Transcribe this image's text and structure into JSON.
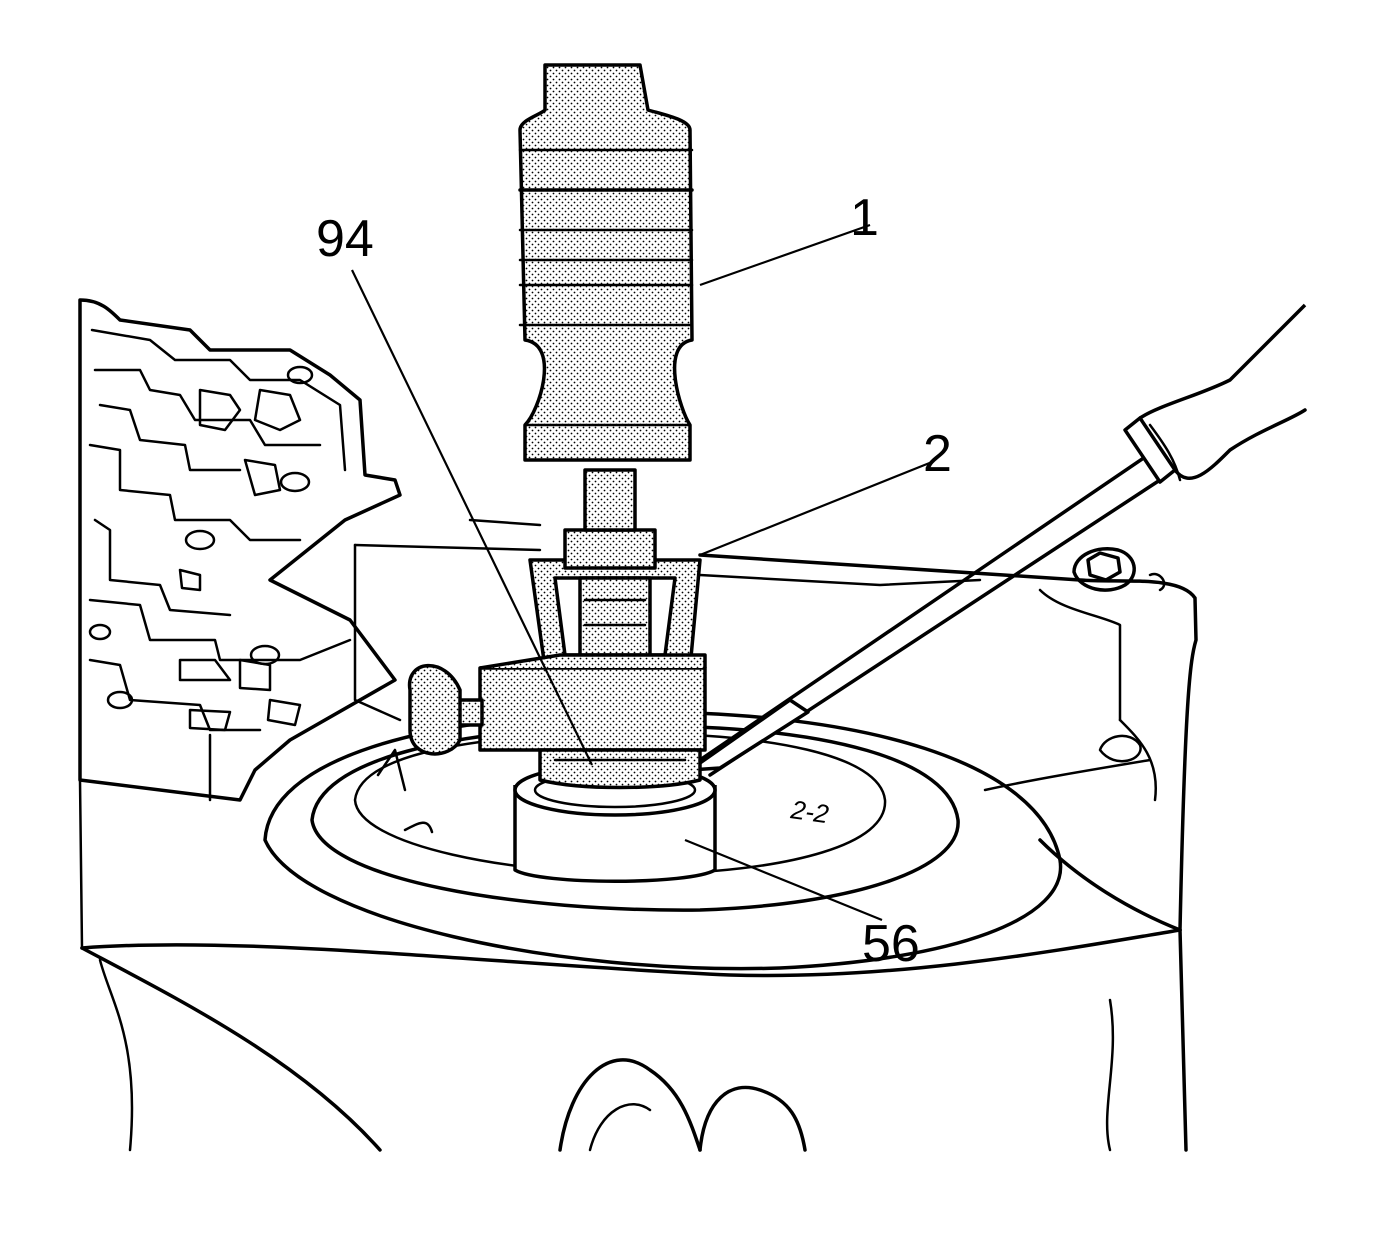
{
  "callouts": {
    "c1": "1",
    "c2": "2",
    "c94": "94",
    "c56": "56"
  },
  "casting_marking": "2-2",
  "colors": {
    "ink": "#000000",
    "paper": "#ffffff"
  }
}
